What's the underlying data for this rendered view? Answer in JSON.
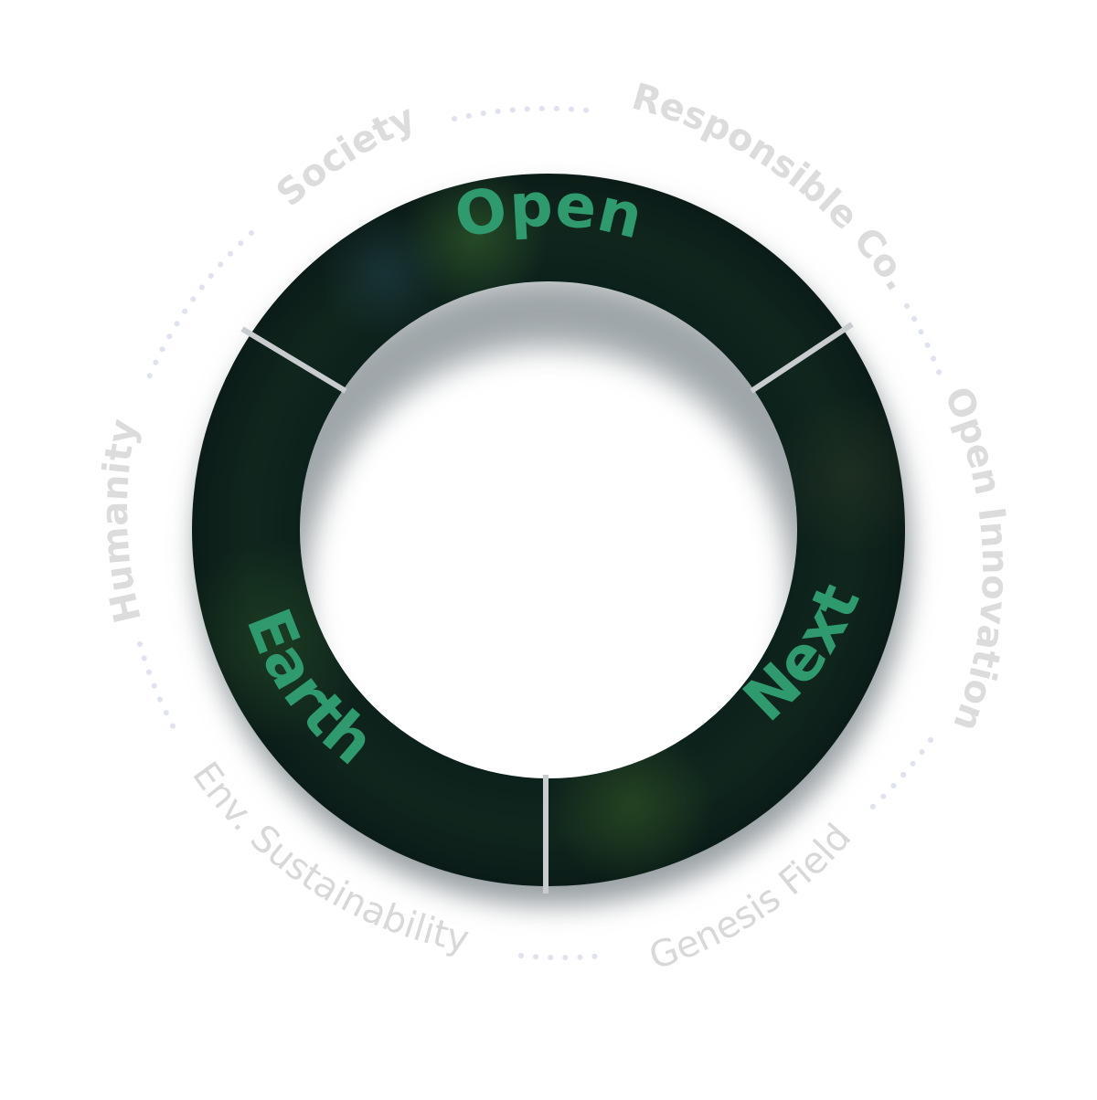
{
  "diagram": {
    "type": "ring",
    "colors": {
      "ring_dark": "#0c1f1a",
      "ring_green": "#1f3b22",
      "segment_text": "#2f9a6e",
      "outer_text": "#dcdcdc",
      "dots": "#dfe3ee",
      "divider": "#c8ccce"
    },
    "segments": [
      {
        "label": "Open",
        "position": "top"
      },
      {
        "label": "Next",
        "position": "right"
      },
      {
        "label": "Earth",
        "position": "left"
      }
    ],
    "outer_labels": [
      {
        "label": "Society",
        "position": "top-left"
      },
      {
        "label": "Responsible Co.",
        "position": "top-right"
      },
      {
        "label": "Open Innovation",
        "position": "right"
      },
      {
        "label": "Genesis Field",
        "position": "bottom-right"
      },
      {
        "label": "Env. Sustainability",
        "position": "bottom-left"
      },
      {
        "label": "Humanity",
        "position": "left"
      }
    ]
  }
}
